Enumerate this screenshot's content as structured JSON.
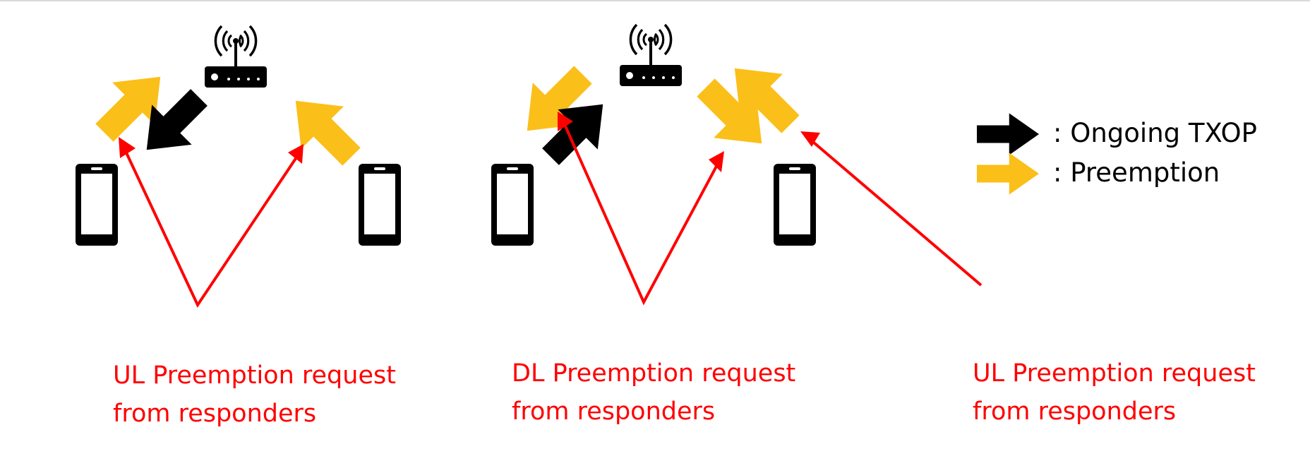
{
  "legend": {
    "ongoing_label": ": Ongoing TXOP",
    "preemption_label": ": Preemption",
    "ongoing_color": "#000000",
    "preemption_color": "#fbbf1a"
  },
  "annotation_color": "#ff0000",
  "captions": [
    {
      "line1": "UL Preemption request",
      "line2": "from responders"
    },
    {
      "line1": "DL Preemption request",
      "line2": "from responders"
    },
    {
      "line1": "UL Preemption request",
      "line2": "from responders"
    }
  ],
  "icons": [
    "access-point-icon",
    "smartphone-icon"
  ]
}
